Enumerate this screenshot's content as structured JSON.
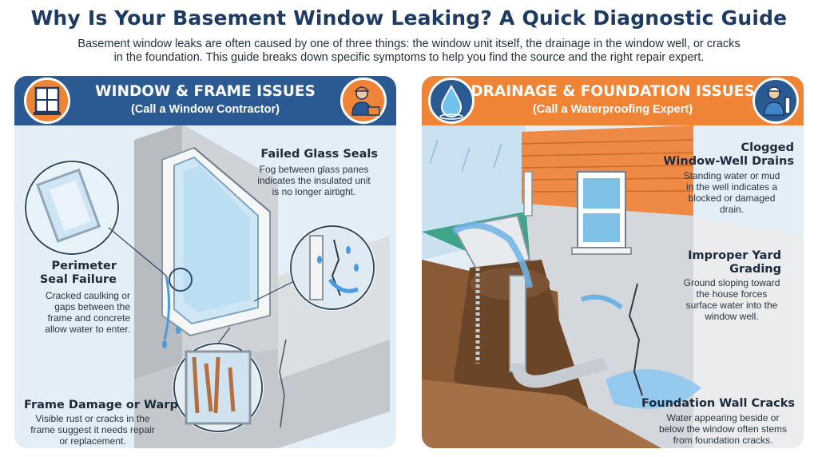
{
  "header": {
    "title": "Why Is Your Basement Window Leaking? A Quick Diagnostic Guide",
    "intro_line1": "Basement window leaks are often caused by one of three things: the window unit itself, the drainage in the window well, or cracks",
    "intro_line2": "in the foundation. This guide breaks down specific symptoms to help you find the source and the right repair expert."
  },
  "left_panel": {
    "heading": "WINDOW & FRAME ISSUES",
    "subheading": "(Call a Window Contractor)",
    "icons": [
      "window-icon",
      "contractor-icon"
    ],
    "callouts": [
      {
        "title": "Failed Glass Seals",
        "body": [
          "Fog between glass panes",
          "indicates the insulated unit",
          "is no longer airtight."
        ]
      },
      {
        "title_lines": [
          "Perimeter",
          "Seal Failure"
        ],
        "body": [
          "Cracked caulking or",
          "gaps between the",
          "frame and concrete",
          "allow water to enter."
        ]
      },
      {
        "title": "Frame Damage or Warp",
        "body": [
          "Visible rust or cracks in the",
          "frame suggest it needs repair",
          "or replacement."
        ]
      }
    ]
  },
  "right_panel": {
    "heading": "DRAINAGE & FOUNDATION ISSUES",
    "subheading": "(Call a Waterproofing Expert)",
    "icons": [
      "water-drop-icon",
      "waterproofing-expert-icon"
    ],
    "callouts": [
      {
        "title_lines": [
          "Clogged",
          "Window-Well Drains"
        ],
        "body": [
          "Standing water or mud",
          "in the well indicates a",
          "blocked or damaged",
          "drain."
        ]
      },
      {
        "title_lines": [
          "Improper Yard",
          "Grading"
        ],
        "body": [
          "Ground sloping toward",
          "the house forces",
          "surface water into the",
          "window well."
        ]
      },
      {
        "title": "Foundation Wall Cracks",
        "body": [
          "Water appearing beside or",
          "below the window often stems",
          "from foundation cracks."
        ]
      }
    ]
  },
  "colors": {
    "navy": "#1d3a63",
    "banner_blue": "#2b5a93",
    "banner_orange": "#ef8437",
    "panel_bg": "#e4eef7",
    "water": "#5aa8dd",
    "concrete": "#c9ccd0",
    "soil": "#7a5234",
    "siding": "#ee8a45"
  }
}
